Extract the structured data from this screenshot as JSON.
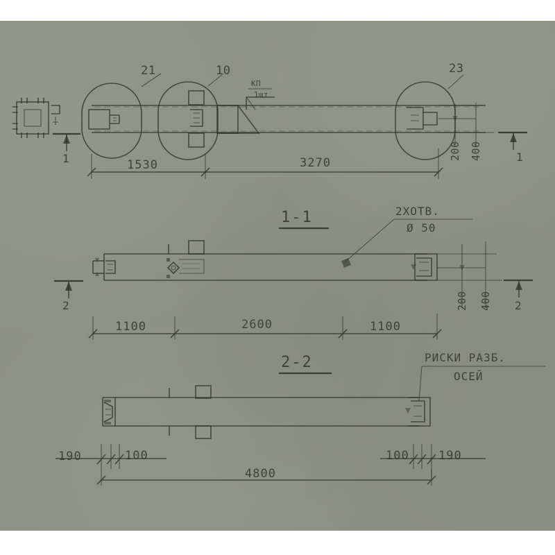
{
  "sheet": {
    "title": "Reinforced concrete element shop drawing",
    "paper_color": "#8d9184",
    "ink_color": "#31352c",
    "margin_color": "#ffffff"
  },
  "views": {
    "plan": {
      "name": "plan-view",
      "callouts": [
        {
          "id": "c21",
          "label": "21"
        },
        {
          "id": "c10",
          "label": "10"
        },
        {
          "id": "c23",
          "label": "23"
        }
      ],
      "weld_note": {
        "top": "КП",
        "bottom": "1шт"
      },
      "dimensions_horizontal": [
        {
          "label": "1530"
        },
        {
          "label": "3270"
        }
      ],
      "dimensions_vertical": [
        {
          "label": "200"
        },
        {
          "label": "400"
        }
      ],
      "section_marker_left": "1",
      "section_marker_right": "1"
    },
    "section_1_1": {
      "name": "section-1-1-view",
      "title": "1-1",
      "hole_note": {
        "line1": "2ХОТВ.",
        "line2": "Ø 50"
      },
      "dimensions_horizontal": [
        {
          "label": "1100"
        },
        {
          "label": "2600"
        },
        {
          "label": "1100"
        }
      ],
      "dimensions_vertical": [
        {
          "label": "200"
        },
        {
          "label": "400"
        }
      ],
      "section_marker_left": "2",
      "section_marker_right": "2"
    },
    "section_2_2": {
      "name": "section-2-2-view",
      "title": "2-2",
      "axis_note": {
        "line1": "РИСКИ РАЗБ.",
        "line2": "ОСЕЙ"
      },
      "dimensions_horizontal_left": [
        {
          "label": "190"
        },
        {
          "label": "100"
        }
      ],
      "dimensions_horizontal_right": [
        {
          "label": "100"
        },
        {
          "label": "190"
        }
      ],
      "dimension_total": {
        "label": "4800"
      }
    }
  },
  "detail": {
    "name": "cross-section-detail",
    "label": ""
  }
}
